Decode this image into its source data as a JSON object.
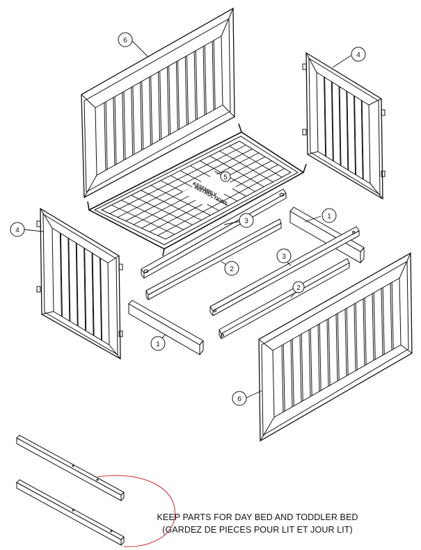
{
  "callouts": [
    {
      "id": "rail-top-short",
      "label": "1"
    },
    {
      "id": "rail-bottom-short",
      "label": "1"
    },
    {
      "id": "rail-mid-long-a",
      "label": "2"
    },
    {
      "id": "rail-mid-long-b",
      "label": "2"
    },
    {
      "id": "rail-top-long-a",
      "label": "3"
    },
    {
      "id": "rail-top-long-b",
      "label": "3"
    },
    {
      "id": "end-panel-right",
      "label": "4"
    },
    {
      "id": "end-panel-left",
      "label": "4"
    },
    {
      "id": "mattress-spring",
      "label": "5"
    },
    {
      "id": "side-panel-back",
      "label": "6"
    },
    {
      "id": "side-panel-front",
      "label": "6"
    }
  ],
  "mattress_label": [
    "ASSEMBLY",
    "INSTRUCTIONS"
  ],
  "note": {
    "line1": "KEEP PARTS FOR DAY BED AND TODDLER BED",
    "line2": "(GARDEZ DE PIECES POUR LIT ET JOUR LIT)"
  },
  "colors": {
    "stroke": "#111111",
    "note_circle": "#d62828",
    "paper": "#ffffff"
  }
}
